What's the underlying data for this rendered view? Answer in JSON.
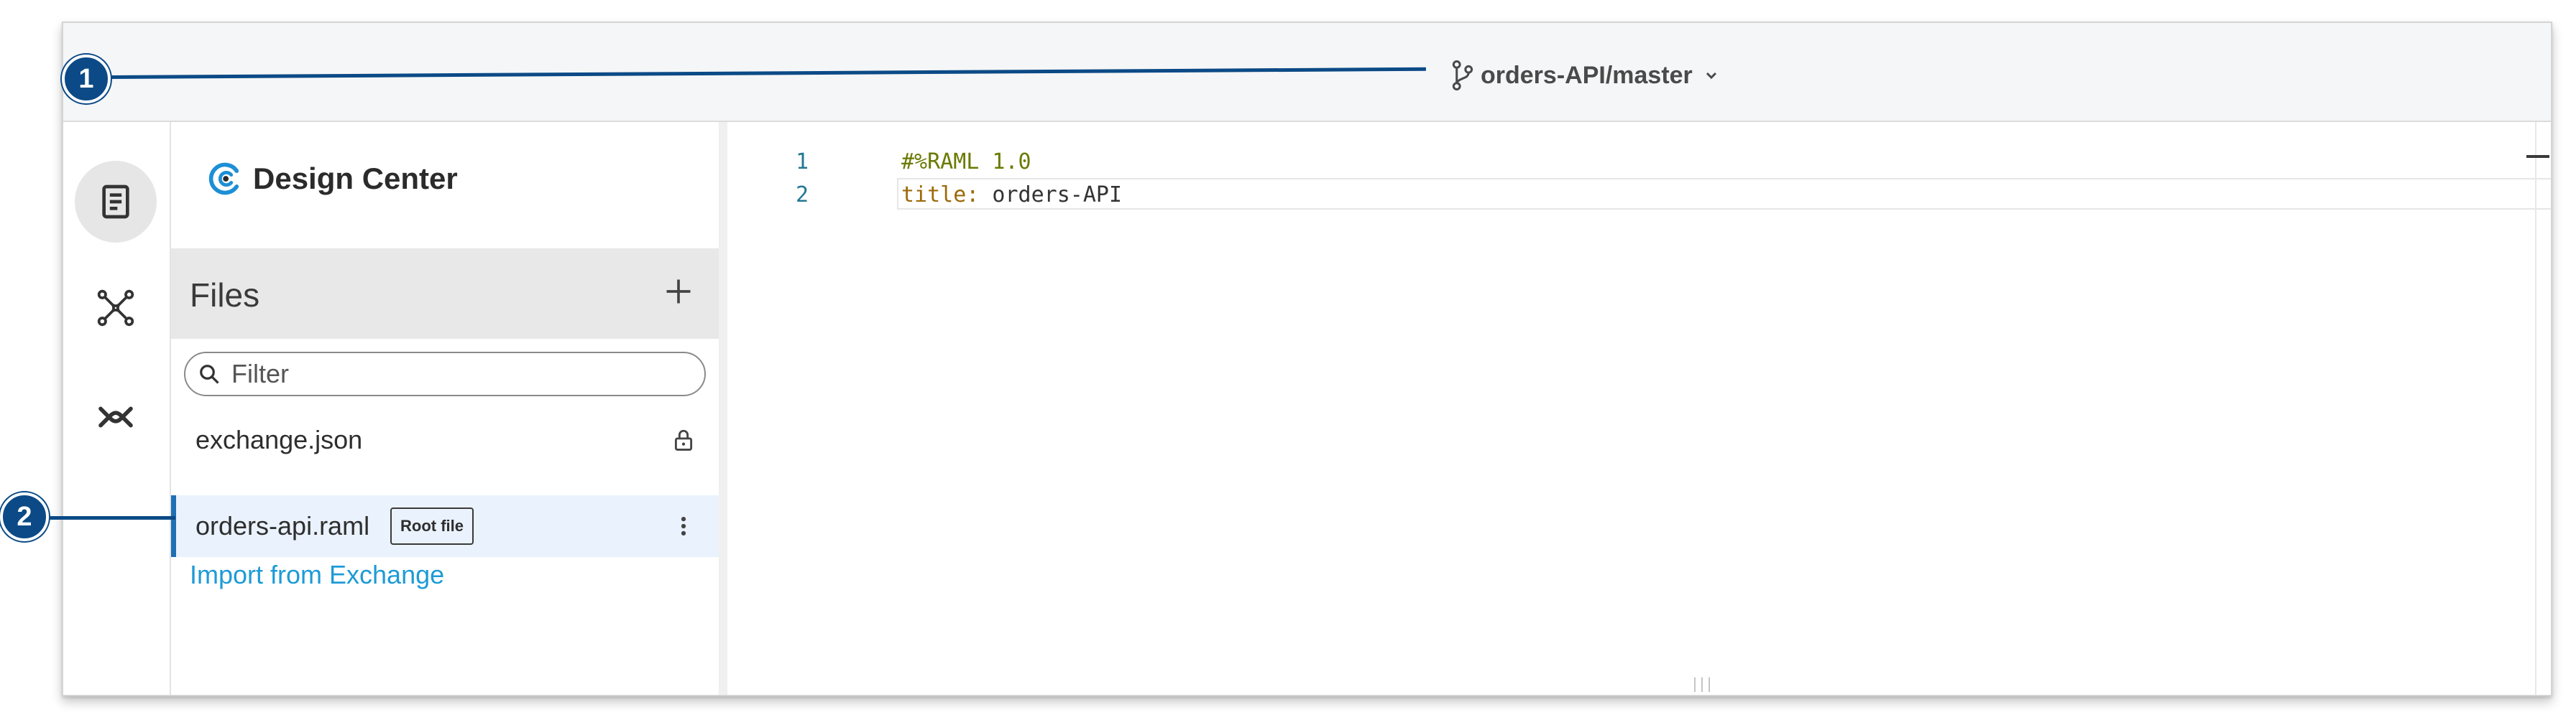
{
  "topbar": {
    "branch": "orders-API/master"
  },
  "brand": {
    "name": "Design Center"
  },
  "rail": {
    "icons": [
      "document-icon",
      "network-icon",
      "exchange-icon"
    ]
  },
  "files": {
    "title": "Files",
    "filter_placeholder": "Filter",
    "items": [
      {
        "name": "exchange.json",
        "locked": true
      },
      {
        "name": "orders-api.raml",
        "badge": "Root file",
        "selected": true
      }
    ],
    "import_link": "Import from Exchange"
  },
  "editor": {
    "lines": [
      {
        "number": "1",
        "text": "#%RAML 1.0"
      },
      {
        "number": "2",
        "key": "title:",
        "value": " orders-API"
      }
    ]
  },
  "callouts": [
    "1",
    "2"
  ],
  "colors": {
    "accent": "#1f6fb4",
    "link": "#1d9bd6",
    "callout": "#0b4a86"
  }
}
